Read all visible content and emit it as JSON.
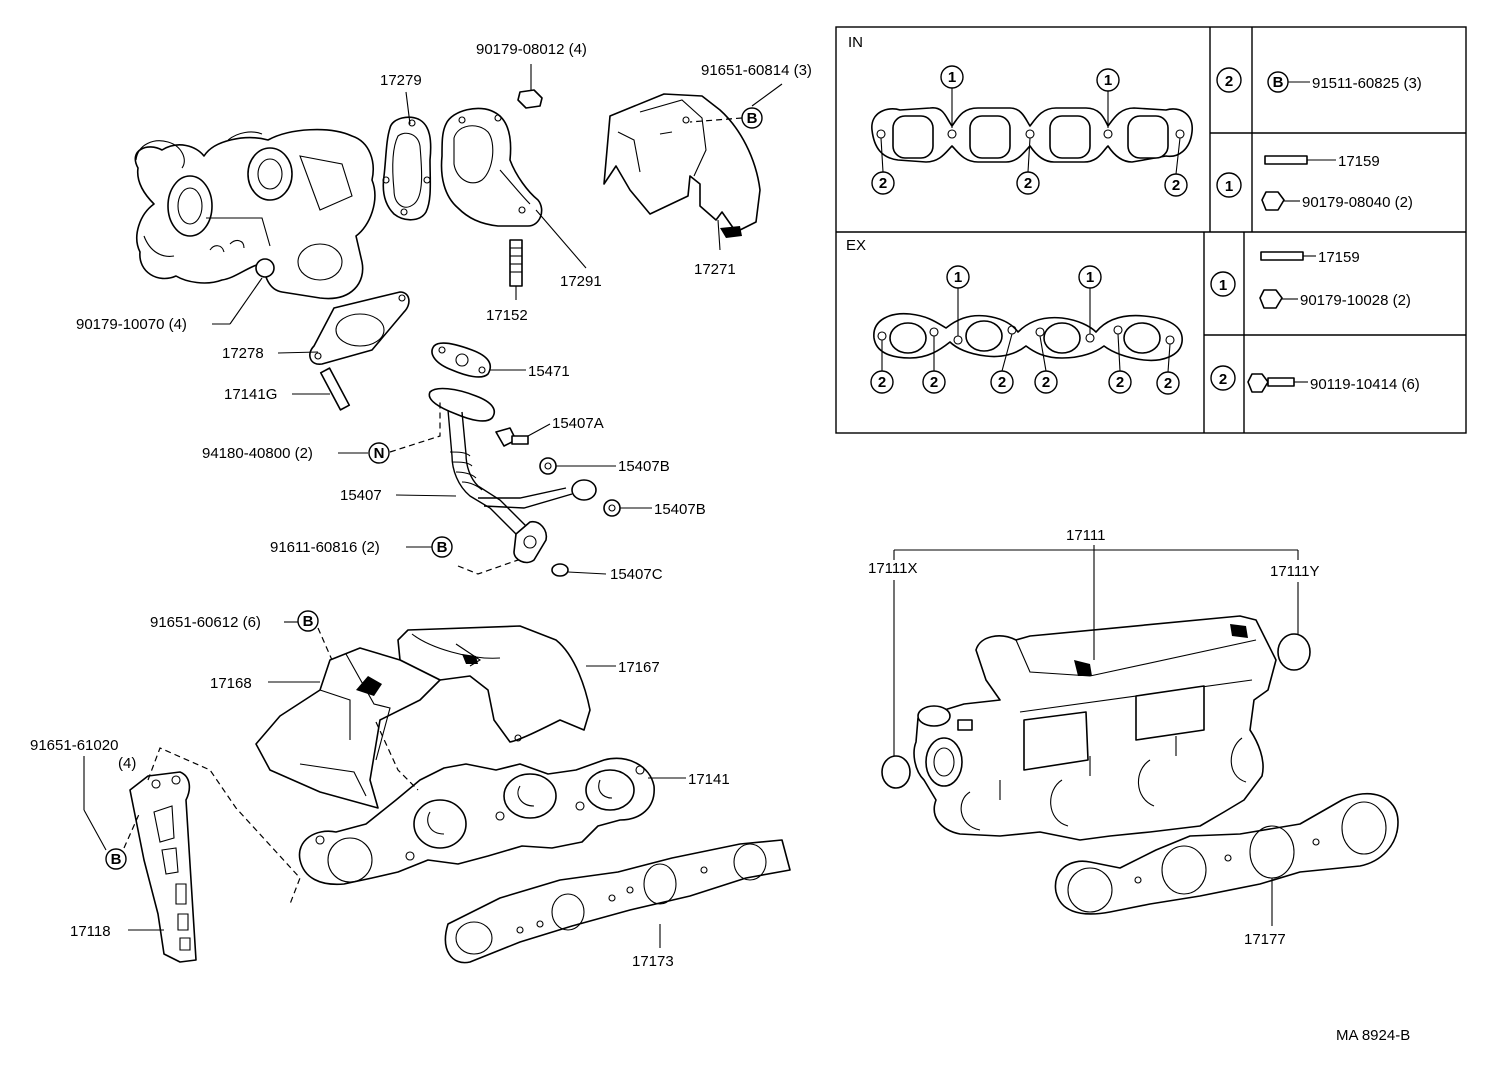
{
  "diagram": {
    "code": "MA 8924-B",
    "callouts": {
      "turbo_nut": "90179-08012 (4)",
      "hood_bolt": "91651-60814 (3)",
      "gasket_17279": "17279",
      "elbow_17291": "17291",
      "stud_17152": "17152",
      "insulator_17271": "17271",
      "turbo_nut2": "90179-10070 (4)",
      "gasket_17278": "17278",
      "stud_17141g": "17141G",
      "gasket_15471": "15471",
      "union_15407a": "15407A",
      "washer_15407b_1": "15407B",
      "clamp_94180": "94180-40800 (2)",
      "pipe_15407": "15407",
      "washer_15407b_2": "15407B",
      "bolt_91611": "91611-60816 (2)",
      "oring_15407c": "15407C",
      "bolt_91651_6": "91651-60612 (6)",
      "ins_17167": "17167",
      "ins_17168": "17168",
      "bolt_91651_61020": "91651-61020",
      "bolt_91651_61020_qty": "(4)",
      "manifold_17141": "17141",
      "stay_17118": "17118",
      "gasket_17173": "17173",
      "intake_17111": "17111",
      "plug_17111x": "17111X",
      "plug_17111y": "17111Y",
      "gasket_17177": "17177"
    },
    "markers": {
      "B": "B",
      "N": "N"
    },
    "table": {
      "in_label": "IN",
      "ex_label": "EX",
      "one": "1",
      "two": "2",
      "in_row2_part": "91511-60825 (3)",
      "in_row1_stud": "17159",
      "in_row1_nut": "90179-08040 (2)",
      "ex_row1_stud": "17159",
      "ex_row1_nut": "90179-10028 (2)",
      "ex_row2_bolt": "90119-10414 (6)"
    }
  }
}
